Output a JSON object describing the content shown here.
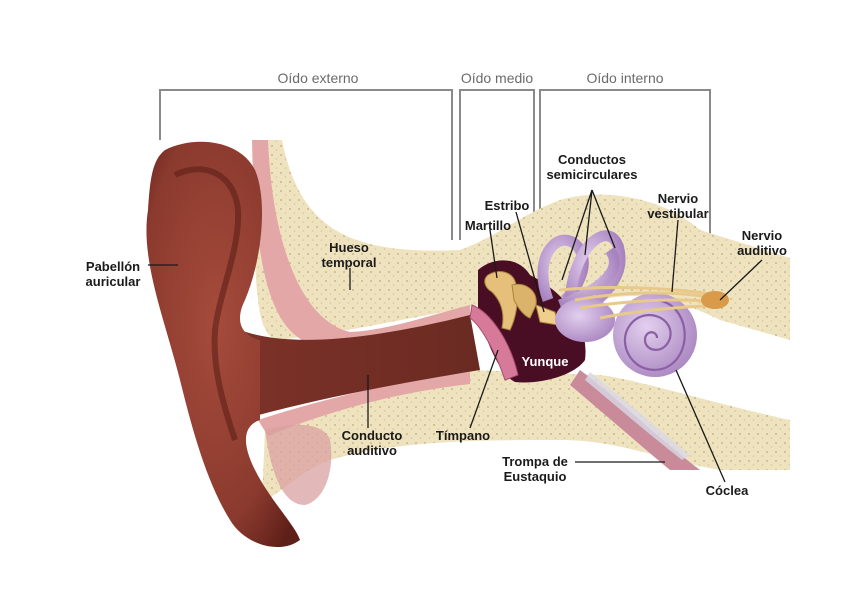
{
  "sections": {
    "outer": "Oído externo",
    "middle": "Oído medio",
    "inner": "Oído interno"
  },
  "labels": {
    "pinna_1": "Pabellón",
    "pinna_2": "auricular",
    "temporal_1": "Hueso",
    "temporal_2": "temporal",
    "canal_1": "Conducto",
    "canal_2": "auditivo",
    "eardrum": "Tímpano",
    "hammer": "Martillo",
    "stirrup": "Estribo",
    "anvil": "Yunque",
    "semicircular_1": "Conductos",
    "semicircular_2": "semicirculares",
    "vestibular_1": "Nervio",
    "vestibular_2": "vestibular",
    "auditory_1": "Nervio",
    "auditory_2": "auditivo",
    "eustachian_1": "Trompa de",
    "eustachian_2": "Eustaquio",
    "cochlea": "Cóclea"
  },
  "colors": {
    "bone": "#efe3bf",
    "skin": "#8b3a2e",
    "skin_dark": "#5e1f18",
    "canal": "#c98a8a",
    "labyrinth": "#c9a7d8",
    "cavity": "#4a0e24",
    "ossicle": "#e6c07b",
    "nerve": "#e8c98a"
  }
}
